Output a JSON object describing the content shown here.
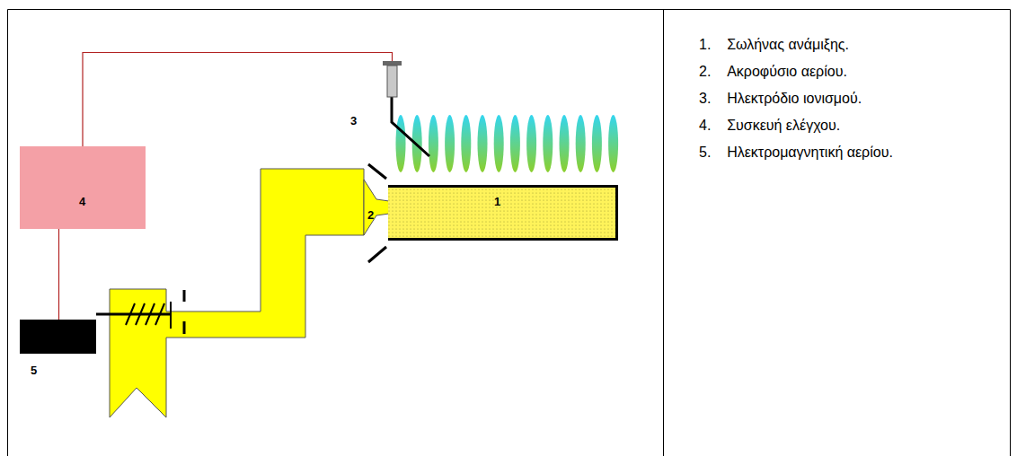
{
  "diagram": {
    "nodes": [
      {
        "text": [
          "3"
        ]
      },
      {
        "text": [
          "4"
        ]
      },
      {
        "text": [
          "2"
        ]
      },
      {
        "text": [
          "1"
        ]
      },
      {
        "text": [
          "5"
        ]
      }
    ],
    "edges": [
      {
        "from": 1,
        "to": 0,
        "arrow": "none"
      },
      {
        "from": 1,
        "to": 4,
        "arrow": "none"
      }
    ],
    "labels": [
      "1.    Σωλήνας ανάμιξης.",
      "2.    Ακροφύσιο αερίου.",
      "3.    Ηλεκτρόδιο ιονισμού.",
      "4.    Συσκευή ελέγχου.",
      "5.    Ηλεκτρομαγνητική αερίου."
    ]
  }
}
